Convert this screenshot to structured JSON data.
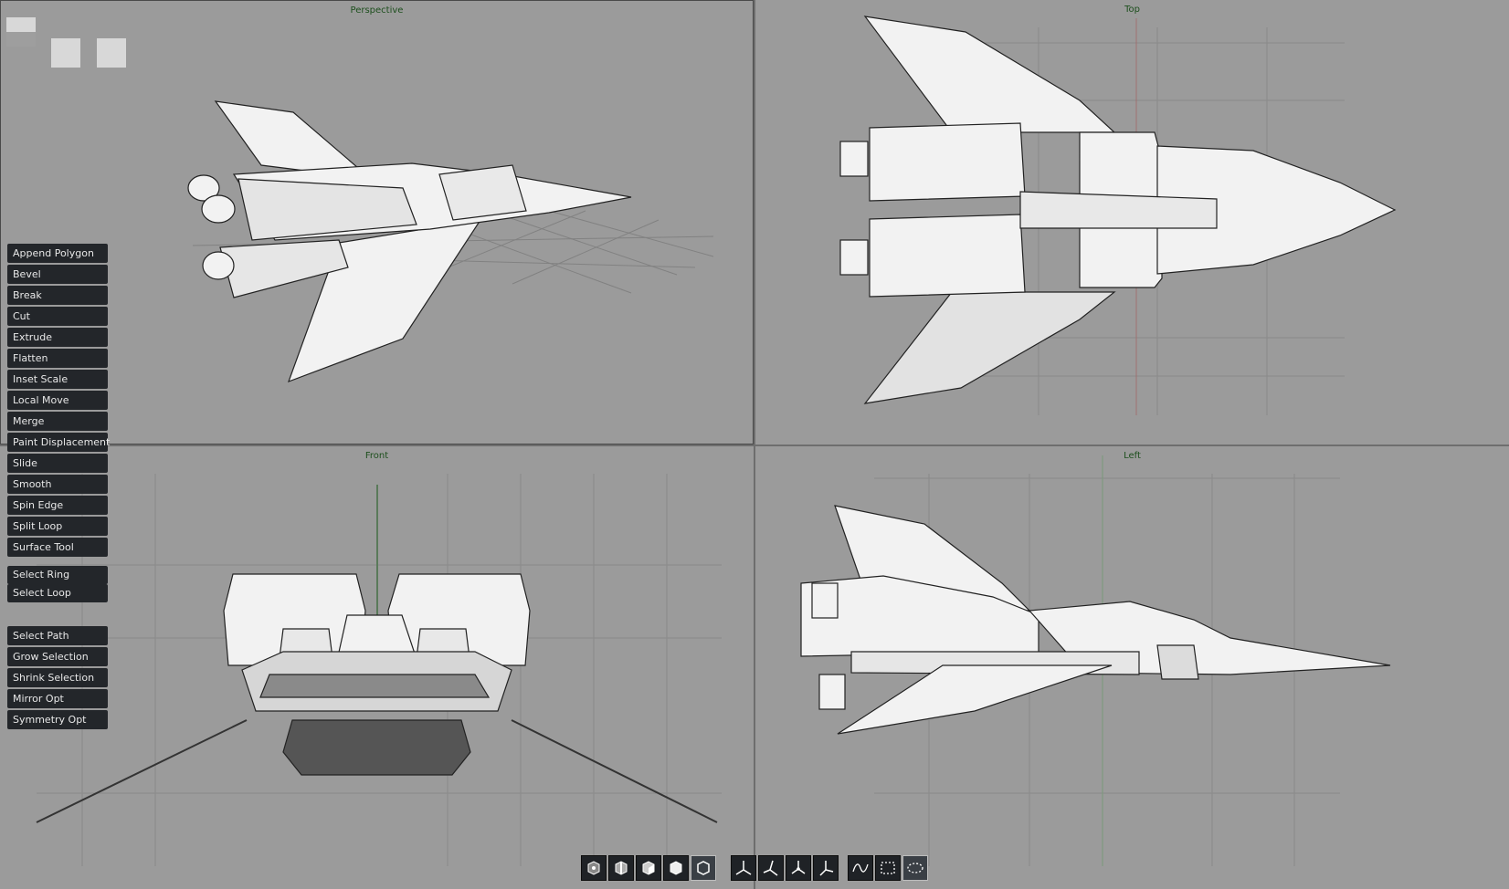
{
  "viewports": {
    "perspective": {
      "title": "Perspective"
    },
    "top": {
      "title": "Top"
    },
    "front": {
      "title": "Front"
    },
    "left": {
      "title": "Left"
    }
  },
  "tools": {
    "edit": [
      "Append Polygon",
      "Bevel",
      "Break",
      "Cut",
      "Extrude",
      "Flatten",
      "Inset Scale",
      "Local Move",
      "Merge",
      "Paint Displacement",
      "Slide",
      "Smooth",
      "Spin Edge",
      "Split Loop",
      "Surface Tool"
    ],
    "select": [
      "Select Ring",
      "Select Loop"
    ],
    "path": [
      "Select Path",
      "Grow Selection",
      "Shrink Selection",
      "Mirror Opt",
      "Symmetry Opt"
    ]
  },
  "toolbar": {
    "icons": [
      "vertex-mode-icon",
      "edge-mode-icon",
      "face-mode-icon",
      "object-mode-icon",
      "shaded-mode-icon",
      "world-axis-icon",
      "local-axis-icon",
      "screen-axis-icon",
      "normal-axis-icon",
      "lasso-select-icon",
      "rect-select-icon",
      "paint-select-icon"
    ],
    "active": [
      "shaded-mode-icon",
      "paint-select-icon"
    ]
  },
  "colors": {
    "viewport_bg": "#9b9b9b",
    "panel_btn": "#23262a",
    "title_green": "#1d4f1d"
  }
}
